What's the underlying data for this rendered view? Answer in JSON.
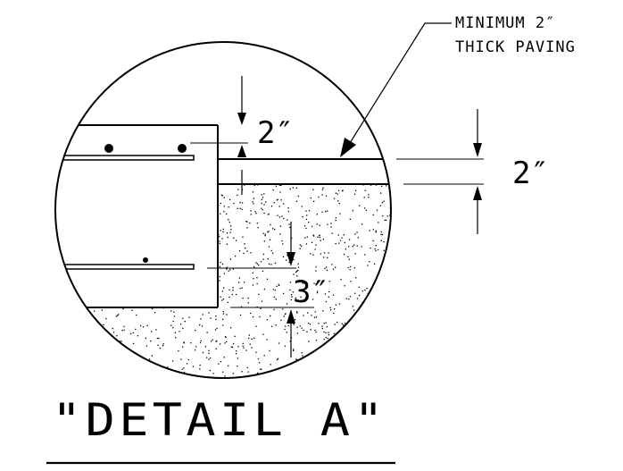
{
  "note": {
    "line1": "MINIMUM 2″",
    "line2": "THICK PAVING"
  },
  "dimensions": {
    "top": "2″",
    "right": "2″",
    "bottom": "3″"
  },
  "title": "\"DETAIL A\"",
  "colors": {
    "ink": "#000000",
    "paper": "#ffffff"
  }
}
